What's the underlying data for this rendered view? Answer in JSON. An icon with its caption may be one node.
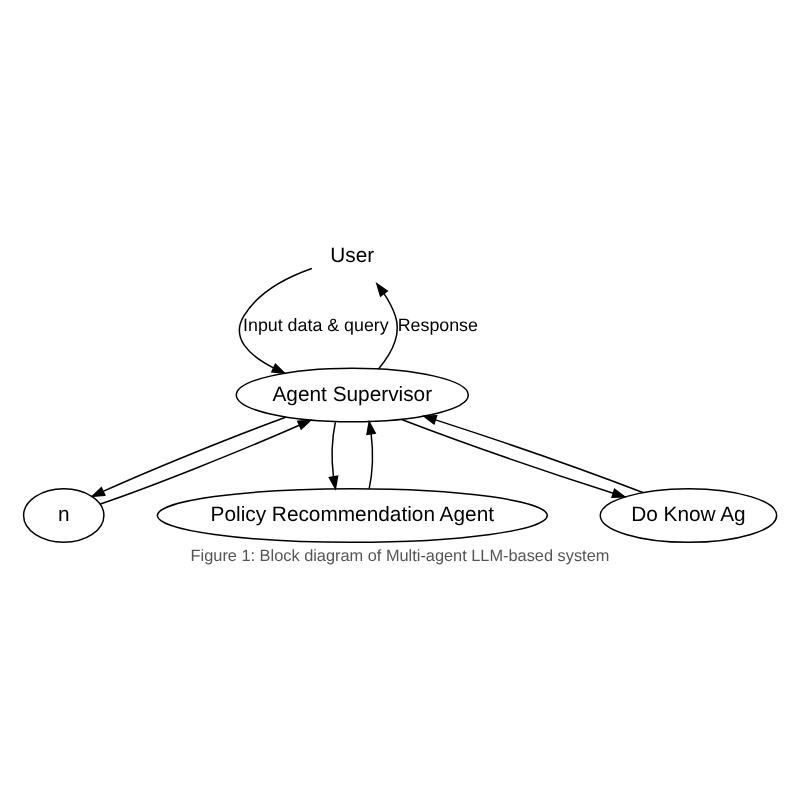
{
  "diagram": {
    "caption": "Figure 1: Block diagram of Multi-agent LLM-based system",
    "nodes": [
      {
        "text": [
          "User"
        ]
      },
      {
        "text": [
          "Agent Supervisor"
        ]
      },
      {
        "text": [
          "n"
        ]
      },
      {
        "text": [
          "Policy Recommendation Agent"
        ]
      },
      {
        "text": [
          "Do Know Ag"
        ]
      }
    ],
    "edges": [
      {
        "from": 0,
        "to": 1,
        "arrow": "to",
        "label": "Input data & query"
      },
      {
        "from": 1,
        "to": 0,
        "arrow": "to",
        "label": "Response"
      },
      {
        "from": 1,
        "to": 2,
        "arrow": "to"
      },
      {
        "from": 2,
        "to": 1,
        "arrow": "to"
      },
      {
        "from": 1,
        "to": 3,
        "arrow": "to"
      },
      {
        "from": 3,
        "to": 1,
        "arrow": "to"
      },
      {
        "from": 1,
        "to": 4,
        "arrow": "to"
      },
      {
        "from": 4,
        "to": 1,
        "arrow": "to"
      }
    ]
  }
}
